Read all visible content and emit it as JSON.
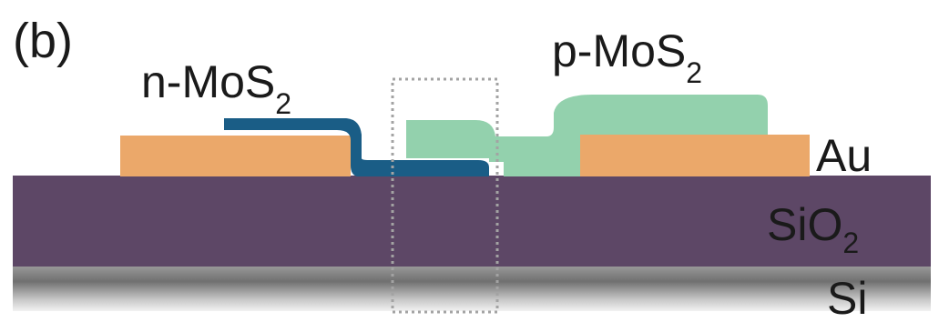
{
  "panel_label": "(b)",
  "materials": {
    "n_mos2": {
      "prefix": "n-MoS",
      "subscript": "2",
      "color": "#1a5d86"
    },
    "p_mos2": {
      "prefix": "p-MoS",
      "subscript": "2",
      "color": "#93d1ad"
    },
    "au": {
      "label": "Au",
      "color": "#eba86a"
    },
    "sio2": {
      "prefix": "SiO",
      "subscript": "2",
      "color": "#5d4766"
    },
    "si": {
      "label": "Si",
      "color": "#7a7a7a"
    }
  },
  "frame_color": "#a3a3a3"
}
